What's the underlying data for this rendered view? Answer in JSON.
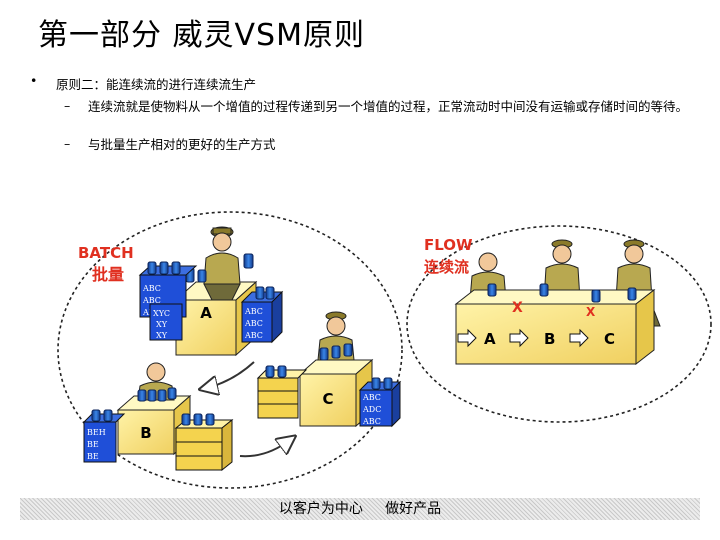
{
  "title": "第一部分  威灵VSM原则",
  "bullets": {
    "principle": {
      "marker": "•",
      "text": "原则二：能连续流的进行连续流生产"
    },
    "sub": [
      {
        "marker": "–",
        "text": "连续流就是使物料从一个增值的过程传递到另一个增值的过程，正常流动时中间没有运输或存储时间的等待。"
      },
      {
        "marker": "–",
        "text": "与批量生产相对的更好的生产方式"
      }
    ]
  },
  "batch_diagram": {
    "label_en": "BATCH",
    "label_cn": "批量",
    "stations": [
      "A",
      "B",
      "C"
    ],
    "box_labels": {
      "a_left": [
        "ABC",
        "ABC",
        "ABC"
      ],
      "a_left_front": [
        "XYC",
        "XY",
        "XY"
      ],
      "a_right": [
        "ABC",
        "ABC",
        "ABC"
      ],
      "b_left": [
        "BEH",
        "BE",
        "BE"
      ],
      "c_right": [
        "ABC",
        "ADC",
        "ABC"
      ]
    }
  },
  "flow_diagram": {
    "label_en": "FLOW",
    "label_cn": "连续流",
    "stations": [
      "A",
      "B",
      "C"
    ],
    "marks": [
      "X",
      "X"
    ]
  },
  "footer": {
    "text": "以客户为中心     做好产品"
  },
  "colors": {
    "red": "#e03020",
    "yellow": "#f7e58a",
    "blue": "#1f4fd8",
    "barrel": "#2a6fd6"
  }
}
